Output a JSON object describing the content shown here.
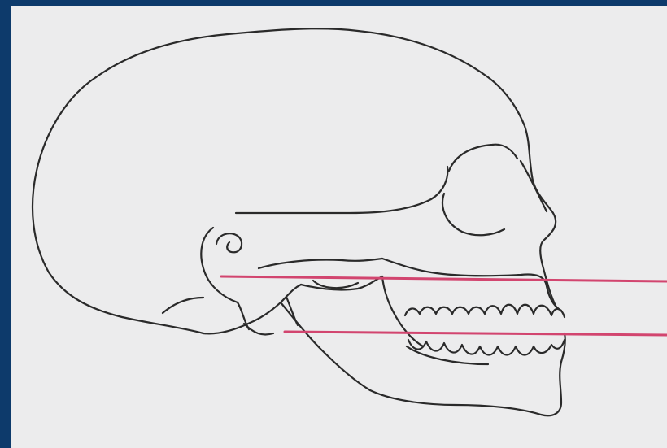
{
  "figure": {
    "subject": "skull-lateral-view",
    "colors": {
      "frame": "#0d3a6b",
      "background": "#ececed",
      "outline": "#2a2a2a",
      "reference_line": "#d2456f"
    },
    "reference_lines": [
      {
        "name": "upper-reference-line"
      },
      {
        "name": "lower-reference-line"
      }
    ]
  }
}
